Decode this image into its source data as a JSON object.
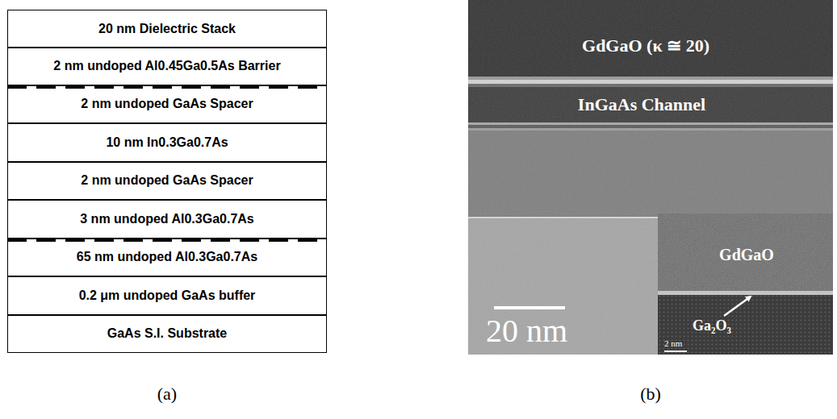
{
  "diagram": {
    "nodes": [
      {
        "text": [
          "20 nm Dielectric Stack"
        ]
      },
      {
        "text": [
          "2 nm undoped Al0.45Ga0.5As Barrier"
        ]
      },
      {
        "text": [
          "2 nm undoped GaAs Spacer"
        ]
      },
      {
        "text": [
          "10 nm In0.3Ga0.7As"
        ]
      },
      {
        "text": [
          "2 nm undoped GaAs Spacer"
        ]
      },
      {
        "text": [
          "3 nm undoped Al0.3Ga0.7As"
        ]
      },
      {
        "text": [
          "65 nm undoped Al0.3Ga0.7As"
        ]
      },
      {
        "text": [
          "0.2 μm undoped GaAs buffer"
        ]
      },
      {
        "text": [
          "GaAs S.I. Substrate"
        ]
      }
    ],
    "labels": [
      "GdGaO (κ ≅ 20)",
      "InGaAs Channel",
      "20 nm",
      "GdGaO",
      "Ga₂O₃",
      "2 nm",
      "(a)",
      "(b)"
    ]
  }
}
